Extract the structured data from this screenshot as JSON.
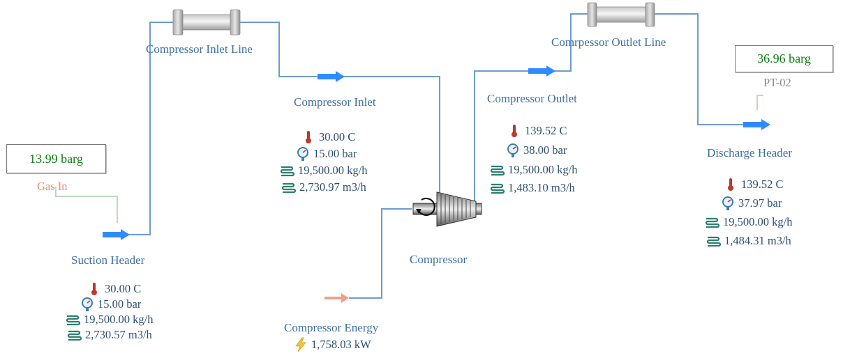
{
  "colors": {
    "pipe": "#6c9ccf",
    "arrow": "#2f8bff",
    "energy_arrow": "#f19f85",
    "label": "#3d6fa3",
    "value": "#2e4f72",
    "indicator_value": "#0c7a12",
    "gas_in_tag": "#ea8c7b",
    "pt_tag": "#8a8a8a",
    "signal_line": "#b9dcb8"
  },
  "units": {
    "pipe_inlet_line": "Compressor Inlet Line",
    "pipe_outlet_line": "Comrpessor Outlet Line",
    "compressor": "Compressor"
  },
  "indicators": {
    "gas_in": {
      "value": "13.99 barg",
      "tag": "Gas In"
    },
    "pt02": {
      "value": "36.96 barg",
      "tag": "PT-02"
    }
  },
  "streams": {
    "suction_header": {
      "name": "Suction Header",
      "temperature": "30.00 C",
      "pressure": "15.00 bar",
      "mass_flow": "19,500.00 kg/h",
      "vol_flow": "2,730.57 m3/h"
    },
    "compressor_inlet": {
      "name": "Compressor Inlet",
      "temperature": "30.00 C",
      "pressure": "15.00 bar",
      "mass_flow": "19,500.00 kg/h",
      "vol_flow": "2,730.97 m3/h"
    },
    "compressor_outlet": {
      "name": "Compressor Outlet",
      "temperature": "139.52 C",
      "pressure": "38.00 bar",
      "mass_flow": "19,500.00 kg/h",
      "vol_flow": "1,483.10 m3/h"
    },
    "discharge_header": {
      "name": "Discharge Header",
      "temperature": "139.52 C",
      "pressure": "37.97 bar",
      "mass_flow": "19,500.00 kg/h",
      "vol_flow": "1,484.31 m3/h"
    },
    "compressor_energy": {
      "name": "Compressor Energy",
      "power": "1,758.03 kW"
    }
  },
  "icons": {
    "temperature": "thermometer-icon",
    "pressure": "pressure-gauge-icon",
    "mass_flow": "mass-flow-icon",
    "vol_flow": "volume-flow-icon",
    "power": "lightning-icon"
  }
}
